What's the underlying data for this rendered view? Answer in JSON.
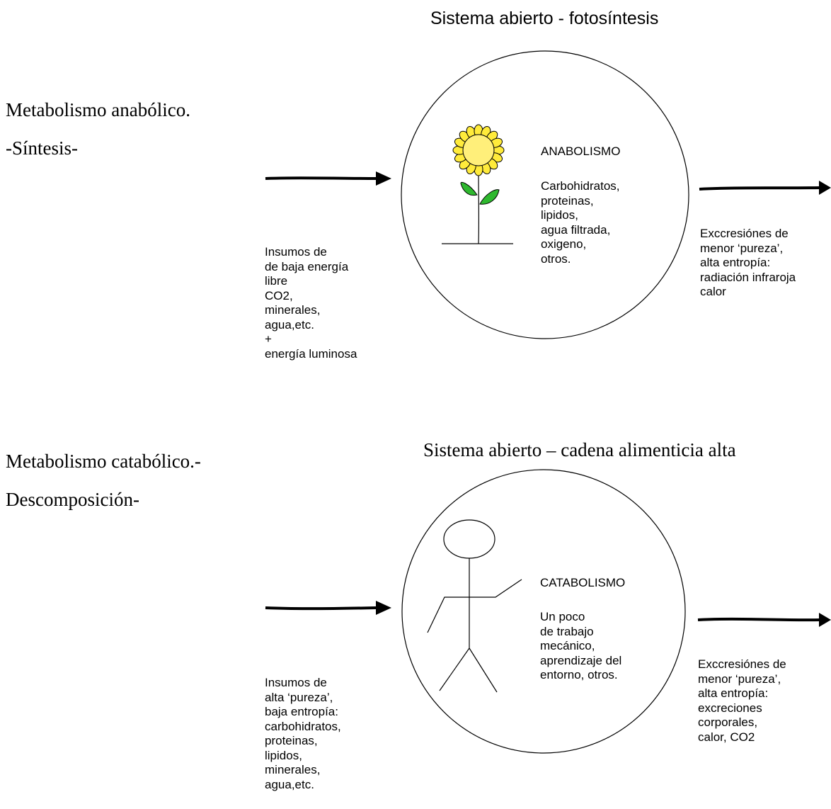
{
  "top": {
    "title": "Sistema abierto - fotosíntesis",
    "side_label": "Metabolismo anabólico.\n-Síntesis-",
    "circle_heading": "ANABOLISMO",
    "circle_text": "Carbohidratos,\nproteinas,\nlipidos,\nagua filtrada,\noxigeno,\notros.",
    "input_text": "Insumos de\nde baja energía\nlibre\nCO2,\nminerales,\nagua,etc.\n+\nenergía luminosa",
    "output_text": "Exccresiónes de\nmenor ‘pureza’,\nalta entropía:\nradiación infraroja\ncalor",
    "icon": "sunflower-icon"
  },
  "bottom": {
    "title": "Sistema abierto – cadena alimenticia alta",
    "side_label": "Metabolismo catabólico.-\nDescomposición-",
    "circle_heading": "CATABOLISMO",
    "circle_text": "Un poco\nde trabajo\nmecánico,\naprendizaje del\nentorno, otros.",
    "input_text": "Insumos de\nalta ‘pureza’,\nbaja entropía:\ncarbohidratos,\nproteinas,\nlipidos,\nminerales,\nagua,etc.",
    "output_text": "Exccresiónes de\nmenor ‘pureza’,\nalta entropía:\nexcreciones\ncorporales,\ncalor, CO2",
    "icon": "stick-figure-icon"
  },
  "colors": {
    "petal": "#FFEB3B",
    "flower_center": "#FFEF7A",
    "leaf": "#2EB82E",
    "line": "#000000"
  }
}
